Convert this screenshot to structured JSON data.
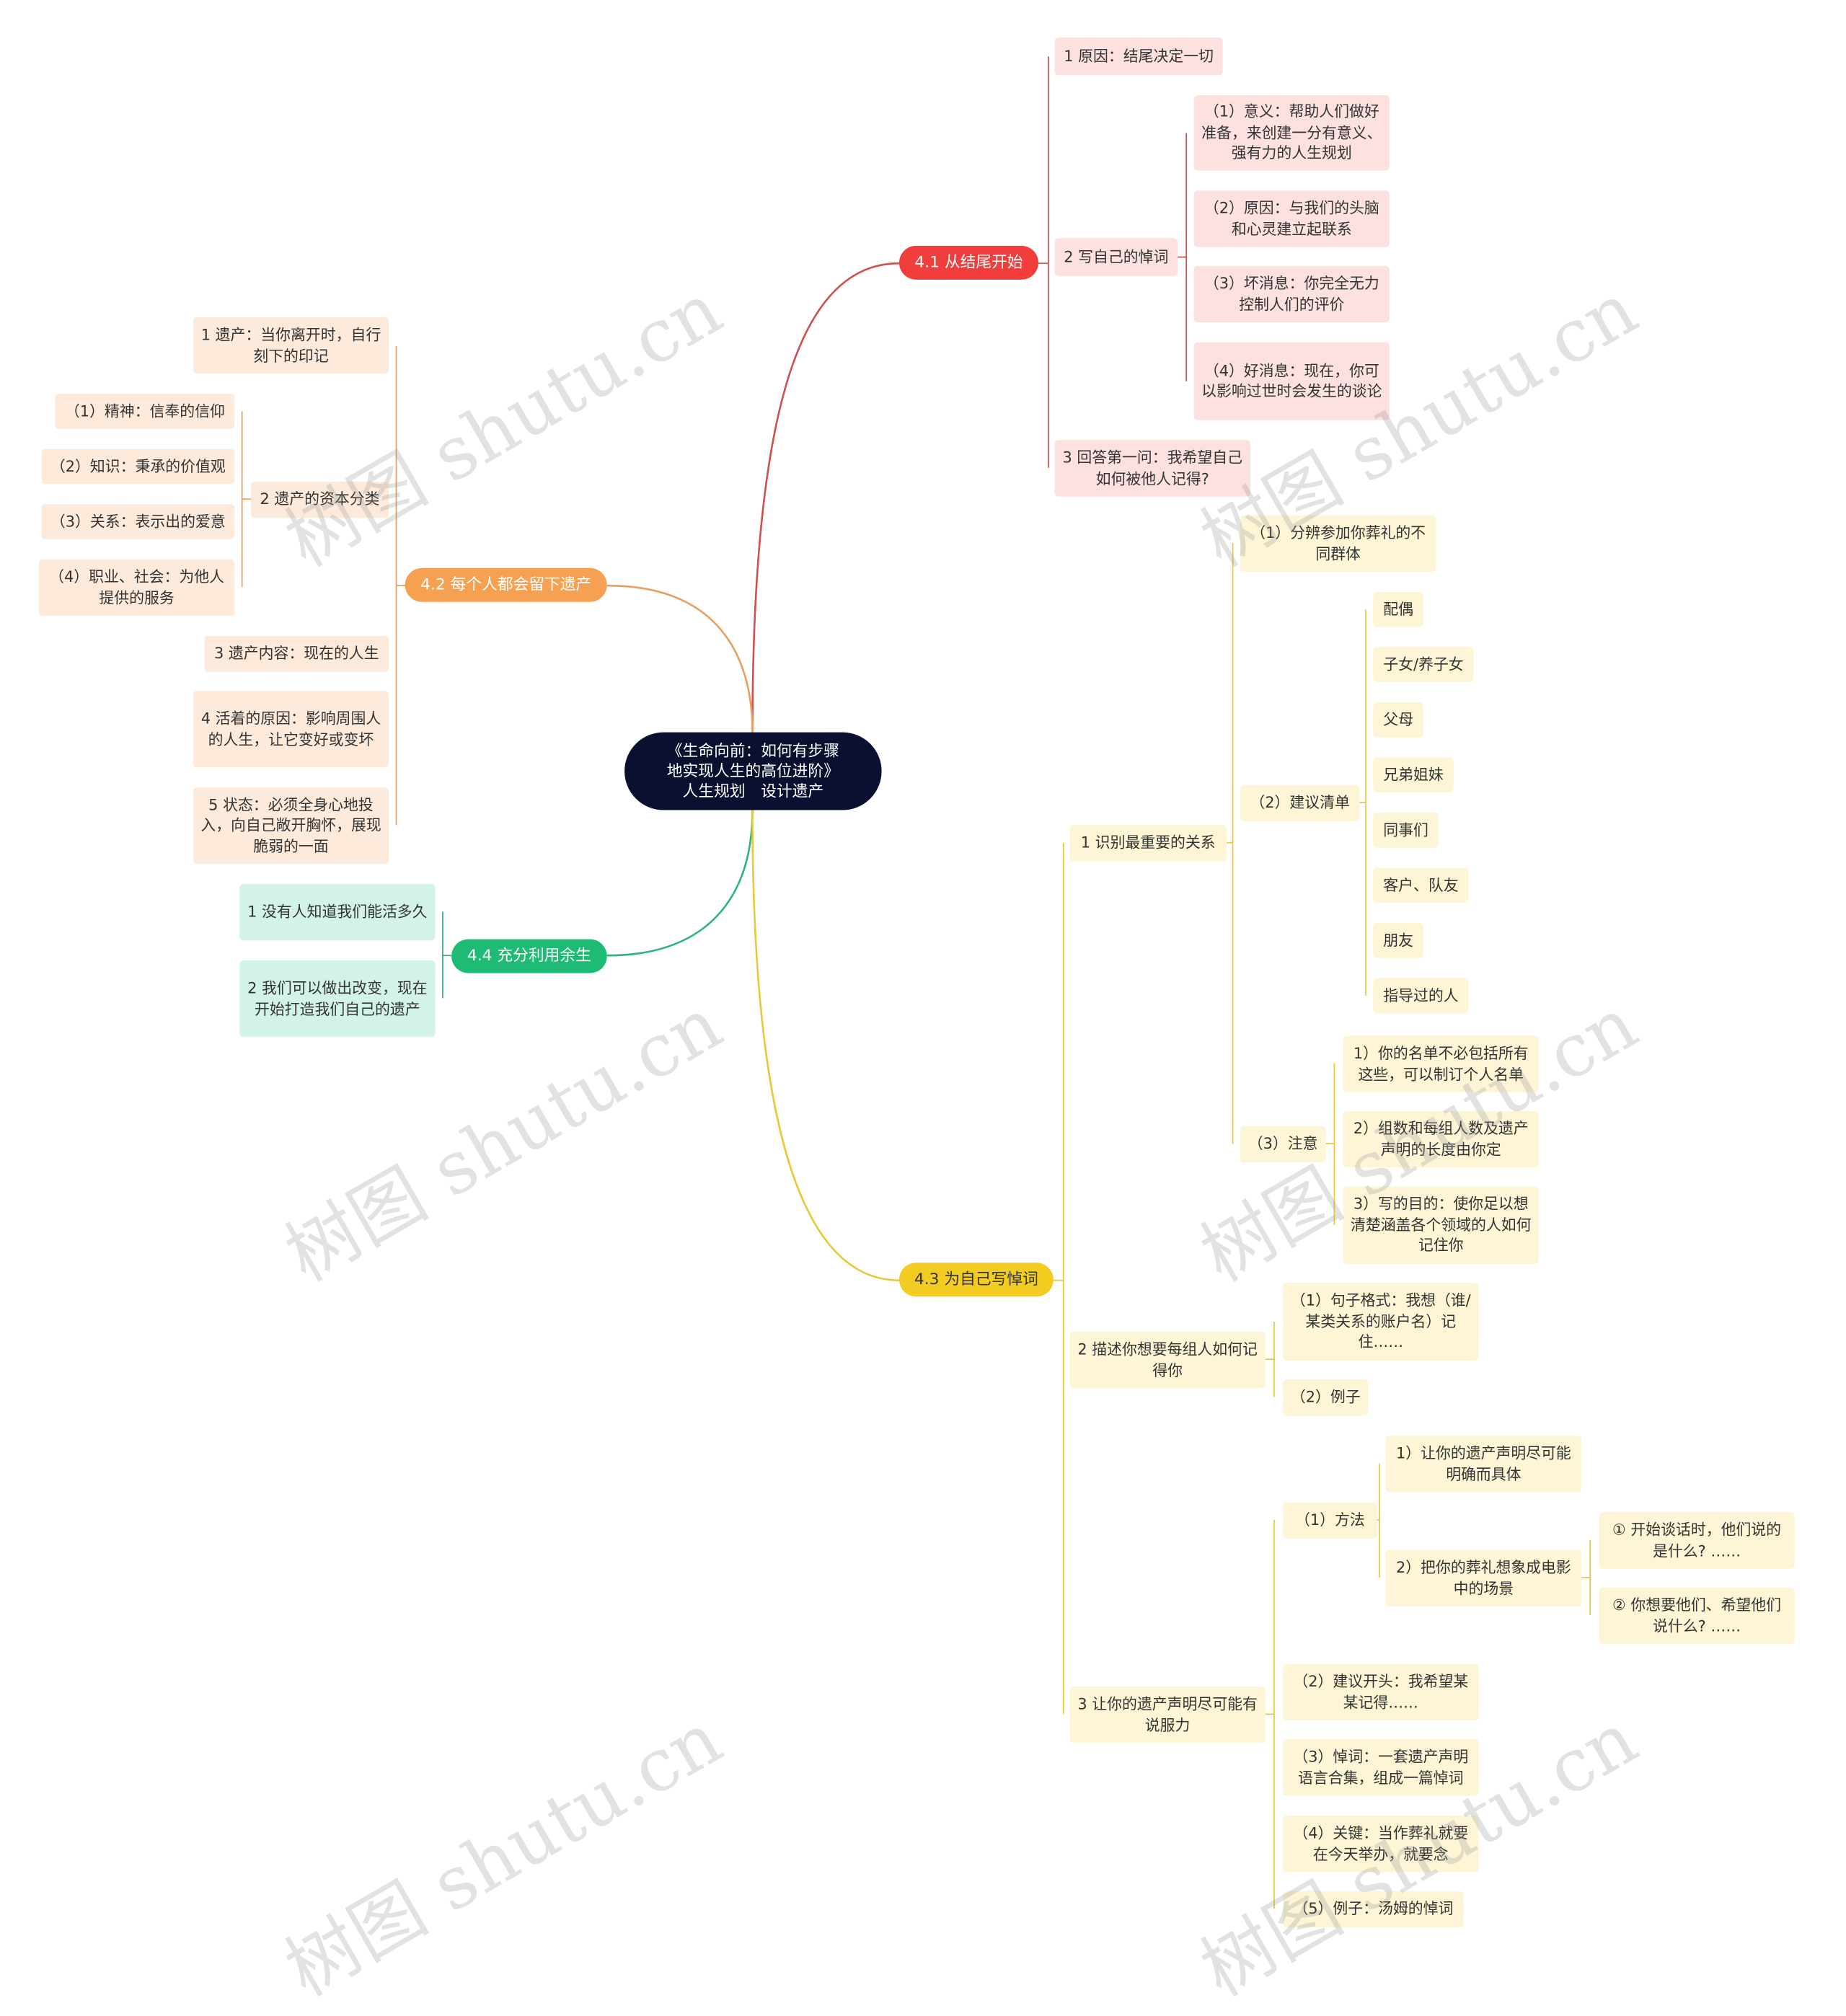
{
  "root": {
    "line1": "《生命向前：如何有步骤",
    "line2": "地实现人生的高位进阶》",
    "line3": "人生规划　设计遗产"
  },
  "branch41": {
    "label": "4.1 从结尾开始",
    "c1": "1 原因：结尾决定一切",
    "c2": "2 写自己的悼词",
    "c2_1": "（1）意义：帮助人们做好准备，来创建一分有意义、强有力的人生规划",
    "c2_2": "（2）原因：与我们的头脑和心灵建立起联系",
    "c2_3": "（3）坏消息：你完全无力控制人们的评价",
    "c2_4": "（4）好消息：现在，你可以影响过世时会发生的谈论",
    "c3": "3 回答第一问：我希望自己如何被他人记得?"
  },
  "branch42": {
    "label": "4.2 每个人都会留下遗产",
    "c1": "1 遗产：当你离开时，自行刻下的印记",
    "c2": "2 遗产的资本分类",
    "c2_1": "（1）精神：信奉的信仰",
    "c2_2": "（2）知识：秉承的价值观",
    "c2_3": "（3）关系：表示出的爱意",
    "c2_4": "（4）职业、社会：为他人提供的服务",
    "c3": "3 遗产内容：现在的人生",
    "c4": "4 活着的原因：影响周围人的人生，让它变好或变坏",
    "c5": "5 状态：必须全身心地投入，向自己敞开胸怀，展现脆弱的一面"
  },
  "branch44": {
    "label": "4.4 充分利用余生",
    "c1": "1 没有人知道我们能活多久",
    "c2": "2 我们可以做出改变，现在开始打造我们自己的遗产"
  },
  "branch43": {
    "label": "4.3 为自己写悼词",
    "c1": "1 识别最重要的关系",
    "c1_1": "（1）分辨参加你葬礼的不同群体",
    "c1_2": "（2）建议清单",
    "list": [
      "配偶",
      "子女/养子女",
      "父母",
      "兄弟姐妹",
      "同事们",
      "客户、队友",
      "朋友",
      "指导过的人"
    ],
    "c1_3": "（3）注意",
    "c1_3_1": "1）你的名单不必包括所有这些，可以制订个人名单",
    "c1_3_2": "2）组数和每组人数及遗产声明的长度由你定",
    "c1_3_3": "3）写的目的：使你足以想清楚涵盖各个领域的人如何记住你",
    "c2": "2 描述你想要每组人如何记得你",
    "c2_1": "（1）句子格式：我想（谁/某类关系的账户名）记住……",
    "c2_2": "（2）例子",
    "c3": "3 让你的遗产声明尽可能有说服力",
    "c3_1": "（1）方法",
    "c3_1_1": "1）让你的遗产声明尽可能明确而具体",
    "c3_1_2": "2）把你的葬礼想象成电影中的场景",
    "c3_1_2_1": "① 开始谈话时，他们说的是什么? ……",
    "c3_1_2_2": "② 你想要他们、希望他们说什么? ……",
    "c3_2": "（2）建议开头：我希望某某记得……",
    "c3_3": "（3）悼词：一套遗产声明语言合集，组成一篇悼词",
    "c3_4": "（4）关键：当作葬礼就要在今天举办，就要念",
    "c3_5": "（5）例子：汤姆的悼词"
  },
  "watermark": "树图 shutu.cn",
  "colors": {
    "red": "#f23d3d",
    "orange": "#f6a051",
    "yellow": "#f2cc20",
    "green": "#1dbb73",
    "root": "#0b1030"
  }
}
